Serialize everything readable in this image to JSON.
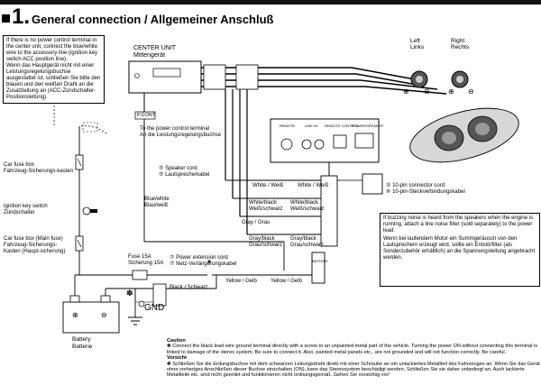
{
  "title": {
    "number": "1.",
    "text": "General connection / Allgemeiner Anschluß"
  },
  "acc_note": {
    "en": "If there is no power control terminal in the center unit, connect the blue/white wire to the accessory line (ignition key switch ACC position line).",
    "de": "Wenn das Hauptgerät nicht mit einer Leistungsregelungsbuchse ausgestattet ist, schließen Sie bitte den blauen und den weißen Draht an die Zusatzleitung an (ACC-Zündschalter-Positionsleitung)."
  },
  "center_unit": {
    "en": "CENTER UNIT",
    "de": "Mittengerät"
  },
  "speakers": {
    "left_en": "Left",
    "left_de": "Links",
    "right_en": "Right",
    "right_de": "Rechts",
    "plus": "⊕",
    "minus": "⊖"
  },
  "power_control": {
    "en": "To the power control terminal",
    "de": "An die Leistungsregelungsbuchse",
    "tag": "P.CONT"
  },
  "speaker_cord": {
    "n": "⑤",
    "en": "Speaker cord",
    "de": "Lautsprecherkabel"
  },
  "ten_pin": {
    "n1": "⑤",
    "en": "10-pin connector cord",
    "n2": "⑥",
    "de": "10-pin-Steckverbindungskabel"
  },
  "car_fuse": {
    "en": "Car fuse box",
    "de": "Fahrzeug-Sicherungs-kasten"
  },
  "ignition": {
    "en": "Ignition key switch",
    "de": "Zündschalter"
  },
  "main_fuse": {
    "en": "Car fuse box (Main fuse)",
    "de": "Fahrzeug-Sicherungs-Kasten (Haupt-sicherung)"
  },
  "blue_white": {
    "en": "Blue/white",
    "de": "Blau/weiß"
  },
  "wire_labels": {
    "white1": "White / Weiß",
    "white2": "White / Weiß",
    "wb1": "White/black Weiß/schwarz",
    "wb2": "White/black Weiß/schwarz",
    "gray": "Gray / Grau",
    "gb1": "Gray/black Grau/schwarz",
    "gb2": "Gray/black Grau/schwarz",
    "yellow1": "Yellow / Gelb",
    "yellow2": "Yellow / Gelb",
    "black": "Black / Schwarz"
  },
  "fuse15": {
    "en": "Fuse 15A",
    "de": "Sicherung 15A"
  },
  "ext_cord": {
    "n": "⑦",
    "en": "Power extension cord",
    "de": "Netz-Verlängerungskabel"
  },
  "gnd": "GND",
  "battery": {
    "en": "Battery",
    "de": "Batterie"
  },
  "amp_labels": {
    "remote": "REMOTE",
    "linein": "LINE IN",
    "remote_control": "REMOTE CONTROL",
    "power": "POWER/SPEAKER",
    "battery": "BATTERY"
  },
  "buzz_note": {
    "en": "If buzzing noise is heard from the speakers when the engine is running, attach a line noise filter (sold separately) to the power lead.",
    "de": "Wenn bei laufendem Motor ein Summgeräusch von den Lautsprechern erzeugt wird, sollte ein Entstörfilter (als Sonderzubehör erhältlich) an die Spannungsleitung angebracht werden."
  },
  "caution": {
    "head_en": "Caution",
    "body_en": "✽ Connect the black lead wire ground terminal directly with a screw to an unpainted metal part of the vehicle. Turning the power ON without connecting this terminal is linked to damage of the stereo system. Be sure to connect it. Also, painted metal panels etc., are not grounded and will not function correctly. Be careful.",
    "head_de": "Vorsicht",
    "body_de": "✽ Schließen Sie die Erdungsbuchse mit dem schwarzen Leitungsdraht direkt mit einer Schraube an ein unlackiertes Metallteil des Fahrzeuges an. Wenn Sie das Gerät ohne vorheriges Anschließen dieser Buchse einschalten (ON), kann das Stereosystem beschädigt werden. Schließen Sie sie daher unbedingt an. Auch lackierte Metallteile etc. sind nicht geerdet und funktionieren nicht ordnungsgemäß. Gehen Sie vorsichtig vor!"
  },
  "asterisk": "✽"
}
